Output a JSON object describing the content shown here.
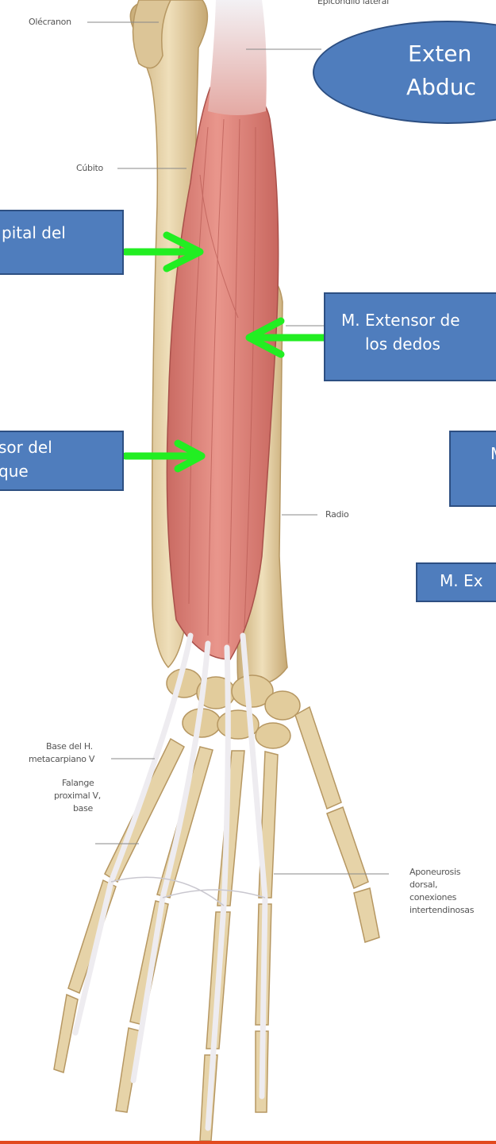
{
  "labels": {
    "epicondilo": "Epicóndilo lateral",
    "olecranon": "Olécranon",
    "cubito": "Cúbito",
    "radio": "Radio",
    "base_metacarpiano_line1": "Base del H.",
    "base_metacarpiano_line2": "metacarpiano V",
    "falange_line1": "Falange",
    "falange_line2": "proximal V,",
    "falange_line3": "base",
    "aponeurosis_line1": "Aponeurosis",
    "aponeurosis_line2": "dorsal,",
    "aponeurosis_line3": "conexiones",
    "aponeurosis_line4": "intertendinosas"
  },
  "callouts": {
    "top_ellipse_line1": "Exten",
    "top_ellipse_line2": "Abduc",
    "cubital_line1": "pital del",
    "extensor_dedos_line1": "M. Extensor de",
    "extensor_dedos_line2": "los dedos",
    "sor_line1": "sor del",
    "sor_line2": "que",
    "right_box_m": "M",
    "right_box_ex": "M. Ex"
  },
  "colors": {
    "callout_fill": "#4f7dbd",
    "callout_border": "#2d4f82",
    "arrow": "#22ee22",
    "muscle": "#dc8278",
    "bone": "#e3cfa3",
    "tendon": "#e8e6ea"
  }
}
